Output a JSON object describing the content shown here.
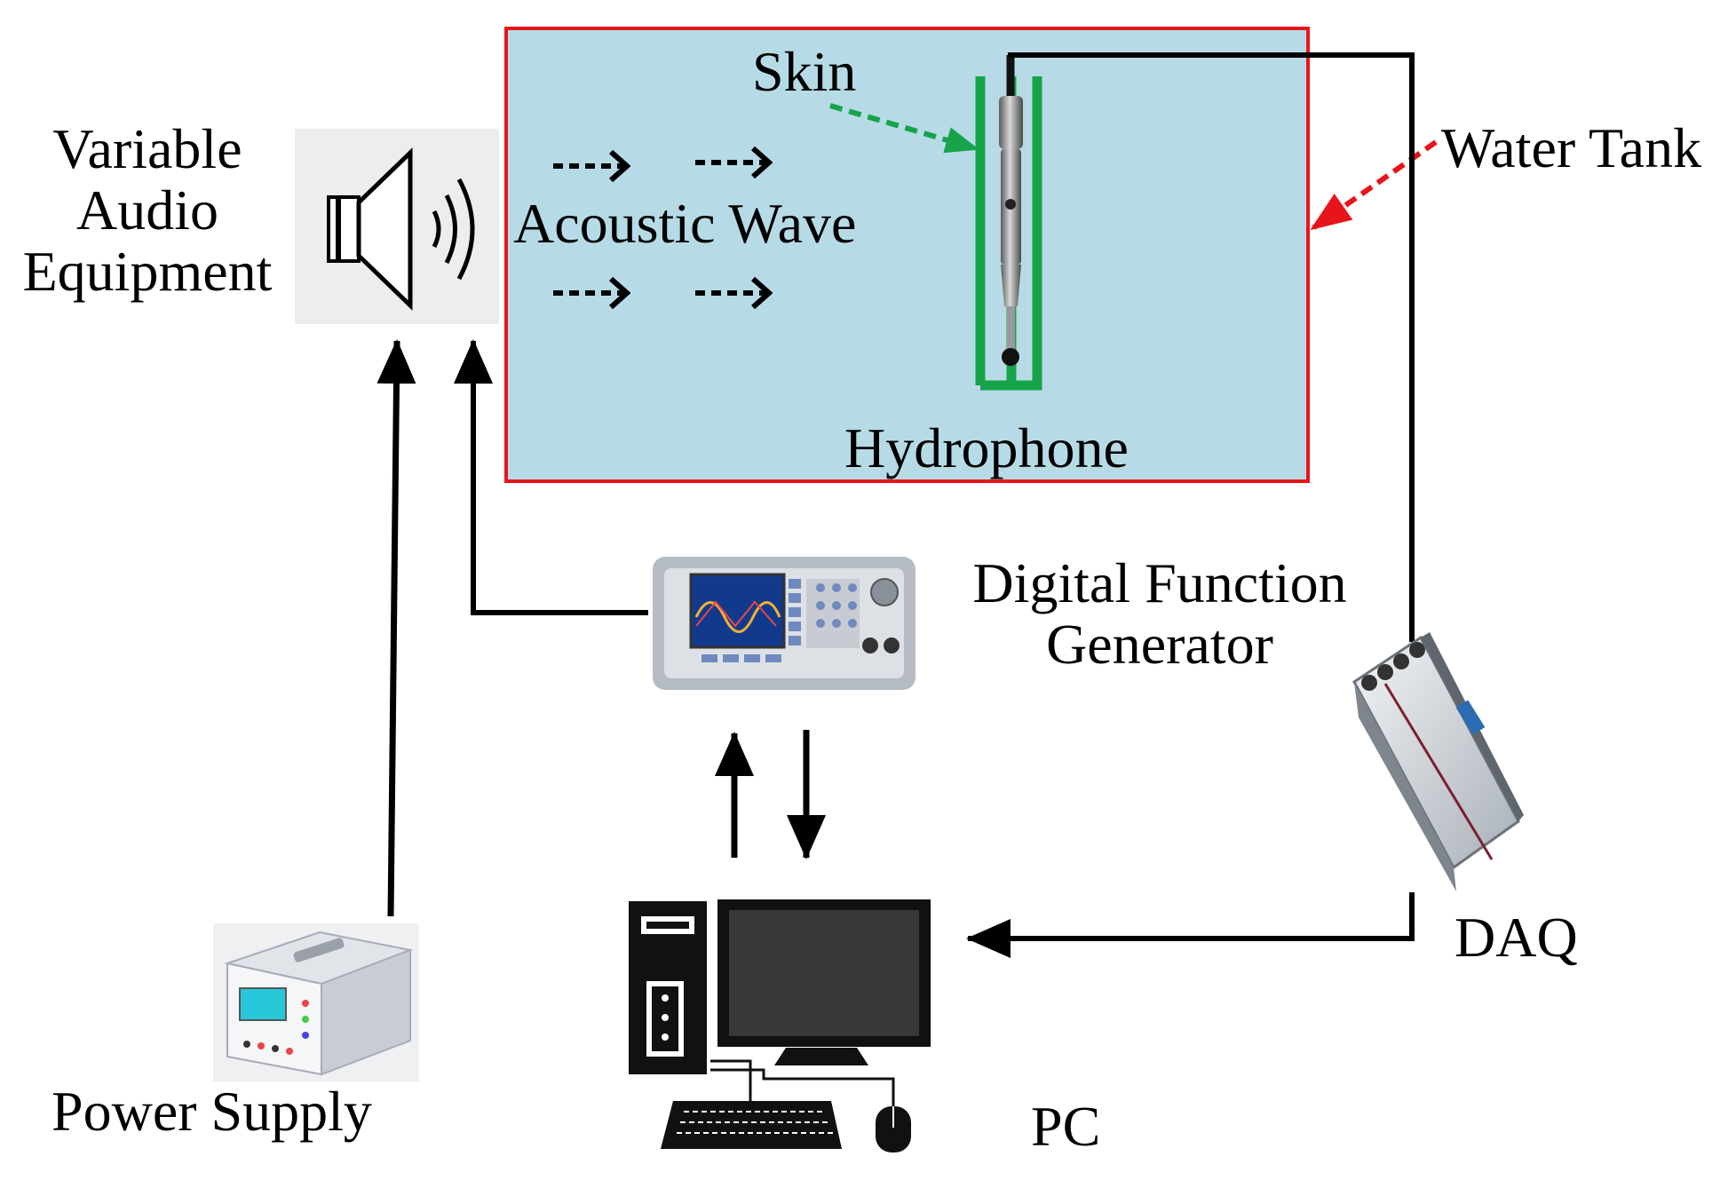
{
  "labels": {
    "speaker": [
      "Variable",
      "Audio",
      "Equipment"
    ],
    "skin": "Skin",
    "acoustic_wave": "Acoustic Wave",
    "water_tank": "Water Tank",
    "hydrophone": "Hydrophone",
    "function_generator": [
      "Digital Function",
      "Generator"
    ],
    "daq": "DAQ",
    "power_supply": "Power Supply",
    "pc": "PC"
  },
  "colors": {
    "tank_fill": "#b6dbe6",
    "tank_border": "#e8141b",
    "skin": "#16a34a",
    "water_tank_pointer": "#e8141b",
    "arrows": "#000000"
  }
}
